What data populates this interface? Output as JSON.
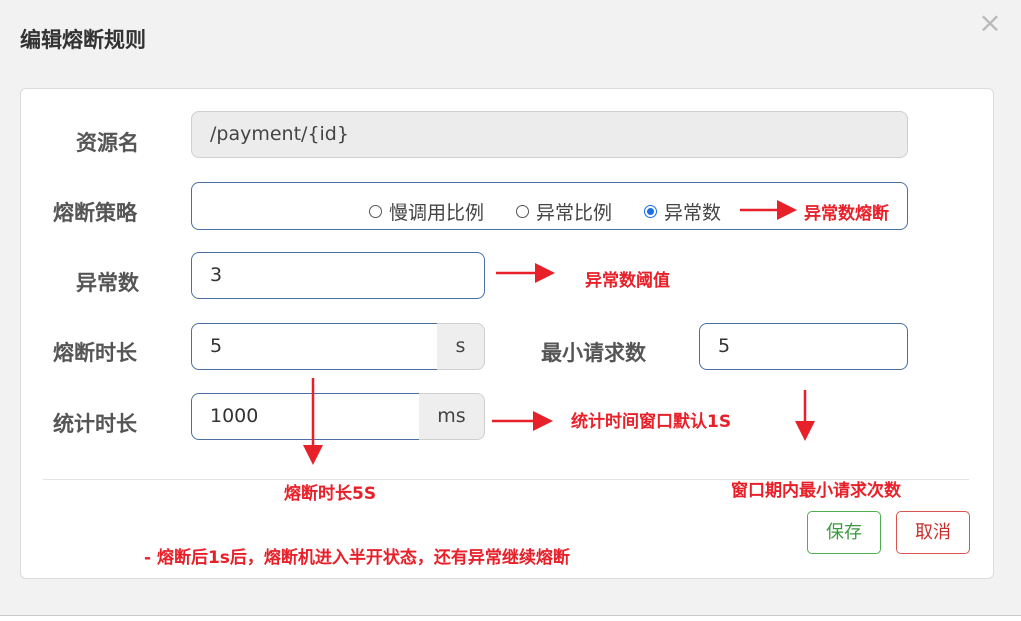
{
  "modal": {
    "title": "编辑熔断规则",
    "close_symbol": "×"
  },
  "form": {
    "resource": {
      "label": "资源名",
      "value": "/payment/{id}"
    },
    "strategy": {
      "label": "熔断策略",
      "options": [
        "慢调用比例",
        "异常比例",
        "异常数"
      ],
      "selected": "异常数"
    },
    "exception_count": {
      "label": "异常数",
      "value": "3"
    },
    "break_duration": {
      "label": "熔断时长",
      "value": "5",
      "unit": "s"
    },
    "min_requests": {
      "label": "最小请求数",
      "value": "5"
    },
    "stat_duration": {
      "label": "统计时长",
      "value": "1000",
      "unit": "ms"
    }
  },
  "buttons": {
    "save": "保存",
    "cancel": "取消"
  },
  "annotations": {
    "strategy_note": "异常数熔断",
    "threshold_note": "异常数阈值",
    "stat_note": "统计时间窗口默认1S",
    "duration_note": "熔断时长5S",
    "min_req_note": "窗口期内最小请求次数",
    "footer_note": "- 熔断后1s后，熔断机进入半开状态，还有异常继续熔断"
  },
  "colors": {
    "annotation": "#e8202a",
    "input_border": "#4a6fa5",
    "radio_selected": "#1a6fe8",
    "save_button": "#4caf50",
    "cancel_button": "#d9534f"
  }
}
